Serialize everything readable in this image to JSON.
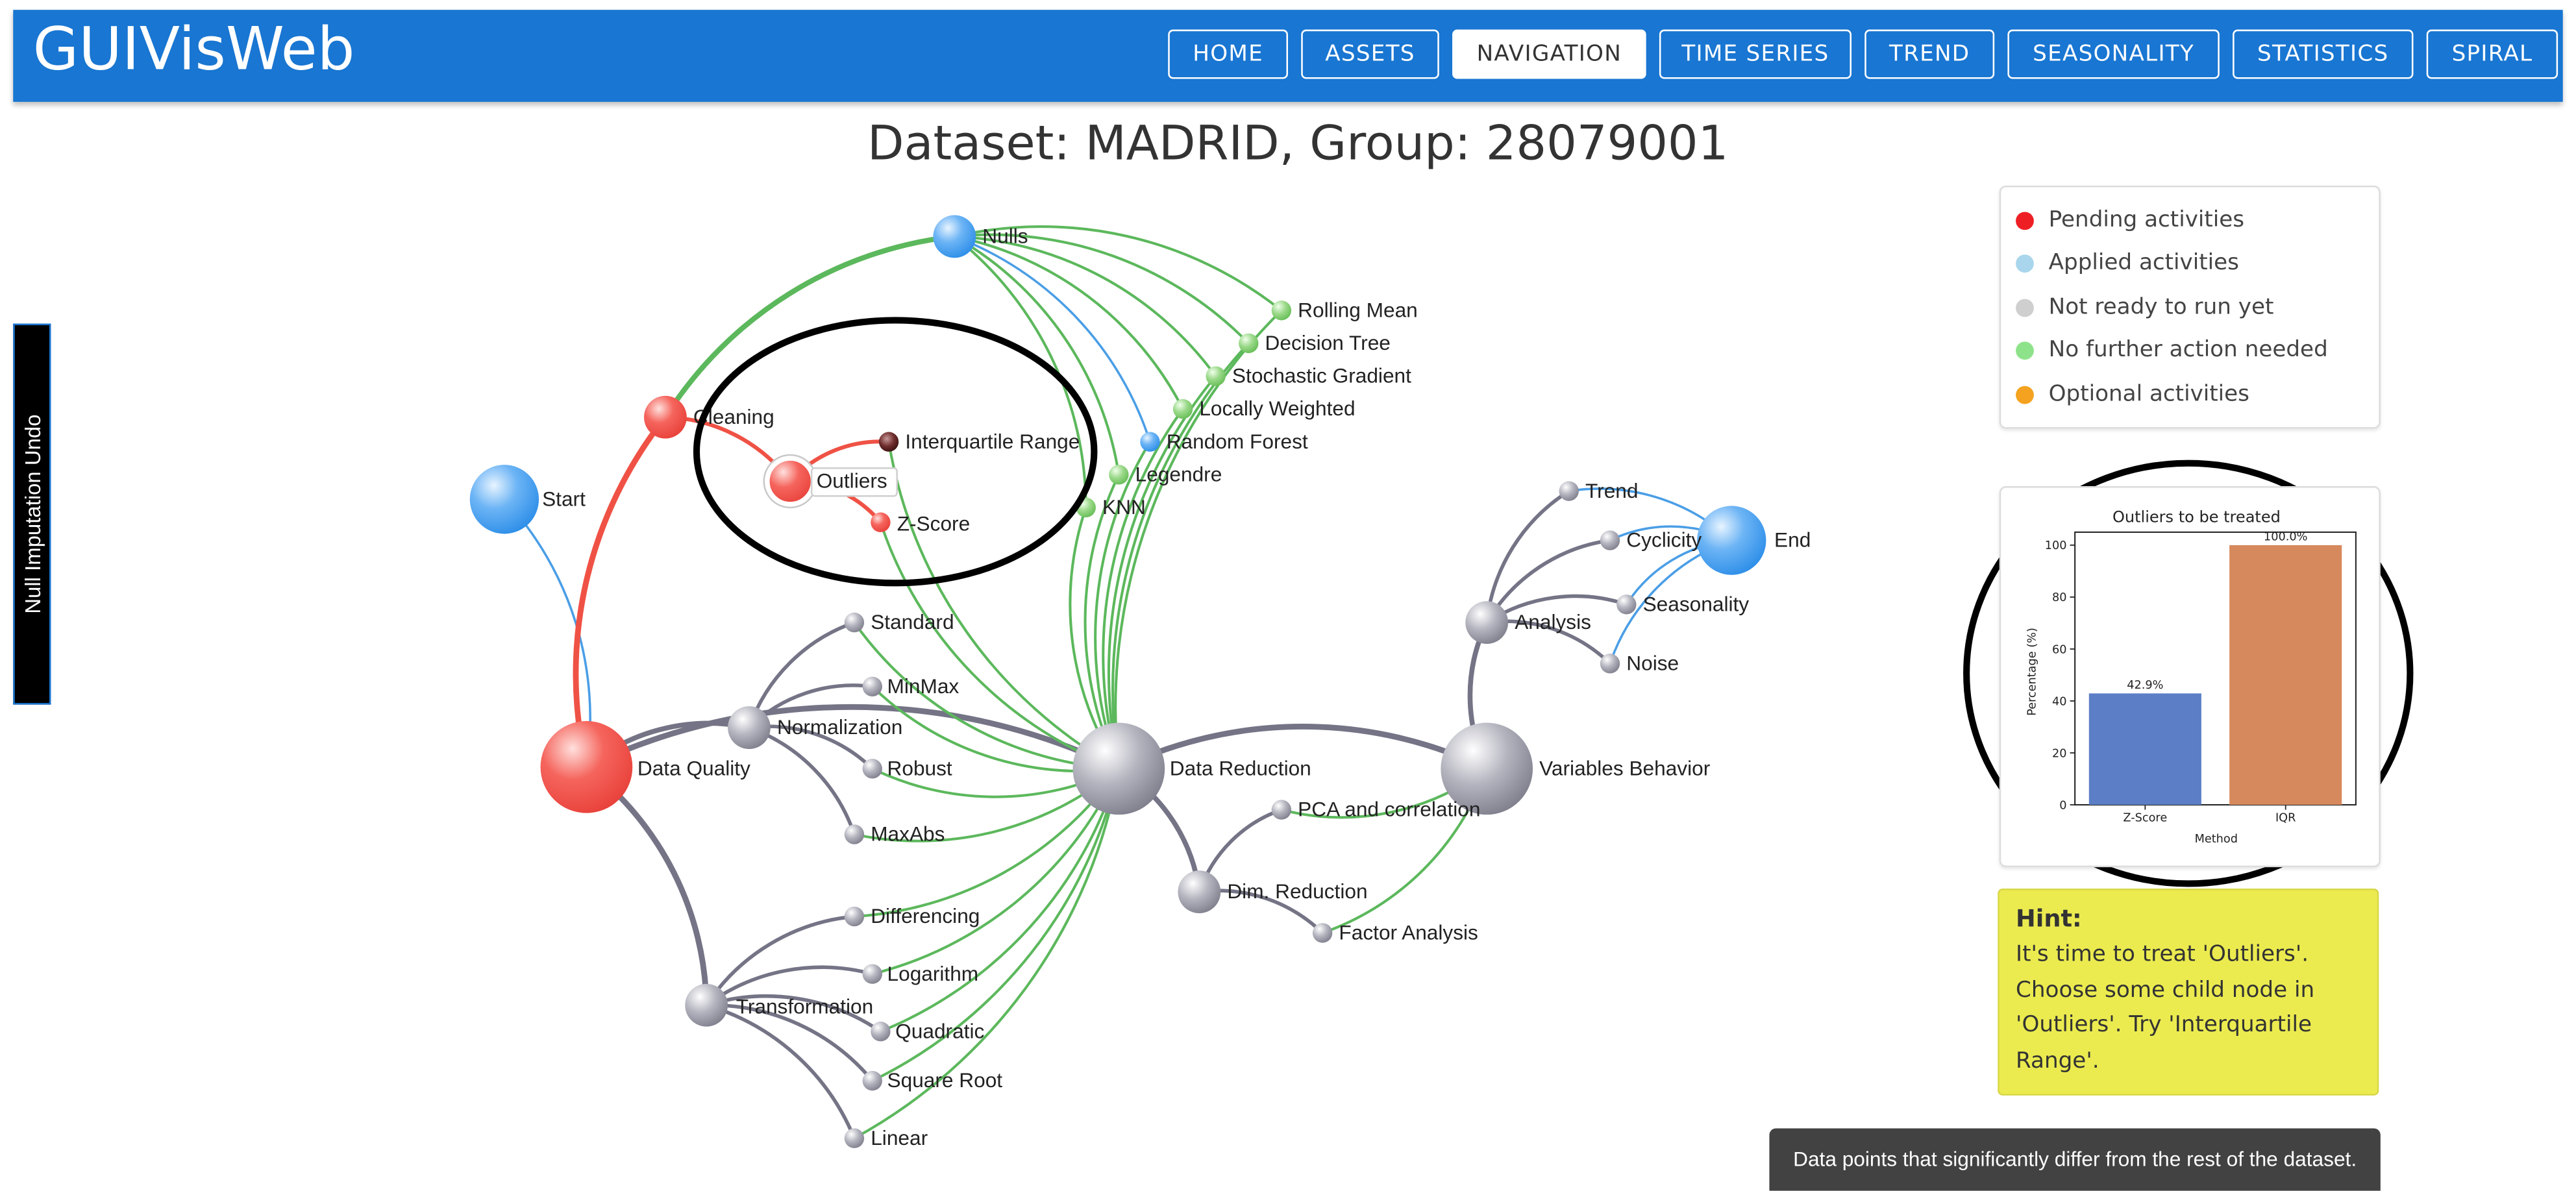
{
  "app": {
    "title": "GUIVisWeb"
  },
  "nav": [
    {
      "label": "HOME",
      "active": false
    },
    {
      "label": "ASSETS",
      "active": false
    },
    {
      "label": "NAVIGATION",
      "active": true
    },
    {
      "label": "TIME SERIES",
      "active": false
    },
    {
      "label": "TREND",
      "active": false
    },
    {
      "label": "SEASONALITY",
      "active": false
    },
    {
      "label": "STATISTICS",
      "active": false
    },
    {
      "label": "SPIRAL",
      "active": false
    }
  ],
  "side_tab": {
    "label": "Null Imputation Undo"
  },
  "page_title": "Dataset: MADRID, Group: 28079001",
  "colors": {
    "header": "#1976d2",
    "pending": "#f2544d",
    "applied": "#5aaaf0",
    "not_ready": "#9c9ca8",
    "no_further": "#8fd47f",
    "optional": "#f4a21f",
    "link_green": "#5cb85c",
    "link_grey": "#747486",
    "link_red": "#ef5245",
    "link_blue": "#4a9ee6"
  },
  "graph": {
    "nodes": [
      {
        "id": "start",
        "label": "Start",
        "status": "applied"
      },
      {
        "id": "dq",
        "label": "Data Quality",
        "status": "pending"
      },
      {
        "id": "cleaning",
        "label": "Cleaning",
        "status": "pending"
      },
      {
        "id": "nulls",
        "label": "Nulls",
        "status": "applied"
      },
      {
        "id": "outliers",
        "label": "Outliers",
        "status": "pending",
        "selected": true
      },
      {
        "id": "iqr",
        "label": "Interquartile Range",
        "status": "not_ready",
        "highlight": true
      },
      {
        "id": "zscore",
        "label": "Z-Score",
        "status": "pending"
      },
      {
        "id": "rolling",
        "label": "Rolling Mean",
        "status": "no_further"
      },
      {
        "id": "dtree",
        "label": "Decision Tree",
        "status": "no_further"
      },
      {
        "id": "sgd",
        "label": "Stochastic Gradient",
        "status": "no_further"
      },
      {
        "id": "lw",
        "label": "Locally Weighted",
        "status": "no_further"
      },
      {
        "id": "rf",
        "label": "Random Forest",
        "status": "applied"
      },
      {
        "id": "legendre",
        "label": "Legendre",
        "status": "no_further"
      },
      {
        "id": "knn",
        "label": "KNN",
        "status": "no_further"
      },
      {
        "id": "norm",
        "label": "Normalization",
        "status": "not_ready"
      },
      {
        "id": "standard",
        "label": "Standard",
        "status": "not_ready"
      },
      {
        "id": "minmax",
        "label": "MinMax",
        "status": "not_ready"
      },
      {
        "id": "robust",
        "label": "Robust",
        "status": "not_ready"
      },
      {
        "id": "maxabs",
        "label": "MaxAbs",
        "status": "not_ready"
      },
      {
        "id": "transf",
        "label": "Transformation",
        "status": "not_ready"
      },
      {
        "id": "diff",
        "label": "Differencing",
        "status": "not_ready"
      },
      {
        "id": "log",
        "label": "Logarithm",
        "status": "not_ready"
      },
      {
        "id": "quad",
        "label": "Quadratic",
        "status": "not_ready"
      },
      {
        "id": "sqrt",
        "label": "Square Root",
        "status": "not_ready"
      },
      {
        "id": "linear",
        "label": "Linear",
        "status": "not_ready"
      },
      {
        "id": "dr",
        "label": "Data Reduction",
        "status": "not_ready"
      },
      {
        "id": "dimred",
        "label": "Dim. Reduction",
        "status": "not_ready"
      },
      {
        "id": "pca",
        "label": "PCA and correlation",
        "status": "not_ready"
      },
      {
        "id": "fa",
        "label": "Factor Analysis",
        "status": "not_ready"
      },
      {
        "id": "vb",
        "label": "Variables Behavior",
        "status": "not_ready"
      },
      {
        "id": "analysis",
        "label": "Analysis",
        "status": "not_ready"
      },
      {
        "id": "trend",
        "label": "Trend",
        "status": "not_ready"
      },
      {
        "id": "cyclicity",
        "label": "Cyclicity",
        "status": "not_ready"
      },
      {
        "id": "seasonality",
        "label": "Seasonality",
        "status": "not_ready"
      },
      {
        "id": "noise",
        "label": "Noise",
        "status": "not_ready"
      },
      {
        "id": "end",
        "label": "End",
        "status": "applied"
      }
    ],
    "links": [
      {
        "source": "start",
        "target": "dq",
        "kind": "blue"
      },
      {
        "source": "dq",
        "target": "cleaning",
        "kind": "red"
      },
      {
        "source": "cleaning",
        "target": "nulls",
        "kind": "green"
      },
      {
        "source": "cleaning",
        "target": "outliers",
        "kind": "red"
      },
      {
        "source": "outliers",
        "target": "iqr",
        "kind": "red"
      },
      {
        "source": "outliers",
        "target": "zscore",
        "kind": "red"
      },
      {
        "source": "nulls",
        "target": "rolling",
        "kind": "green"
      },
      {
        "source": "nulls",
        "target": "dtree",
        "kind": "green"
      },
      {
        "source": "nulls",
        "target": "sgd",
        "kind": "green"
      },
      {
        "source": "nulls",
        "target": "lw",
        "kind": "green"
      },
      {
        "source": "nulls",
        "target": "rf",
        "kind": "blue"
      },
      {
        "source": "nulls",
        "target": "legendre",
        "kind": "green"
      },
      {
        "source": "nulls",
        "target": "knn",
        "kind": "green"
      },
      {
        "source": "dq",
        "target": "norm",
        "kind": "grey"
      },
      {
        "source": "norm",
        "target": "standard",
        "kind": "grey"
      },
      {
        "source": "norm",
        "target": "minmax",
        "kind": "grey"
      },
      {
        "source": "norm",
        "target": "robust",
        "kind": "grey"
      },
      {
        "source": "norm",
        "target": "maxabs",
        "kind": "grey"
      },
      {
        "source": "dq",
        "target": "transf",
        "kind": "grey"
      },
      {
        "source": "transf",
        "target": "diff",
        "kind": "grey"
      },
      {
        "source": "transf",
        "target": "log",
        "kind": "grey"
      },
      {
        "source": "transf",
        "target": "quad",
        "kind": "grey"
      },
      {
        "source": "transf",
        "target": "sqrt",
        "kind": "grey"
      },
      {
        "source": "transf",
        "target": "linear",
        "kind": "grey"
      },
      {
        "source": "dq",
        "target": "dr",
        "kind": "grey"
      },
      {
        "source": "dr",
        "target": "dimred",
        "kind": "grey"
      },
      {
        "source": "dimred",
        "target": "pca",
        "kind": "grey"
      },
      {
        "source": "dimred",
        "target": "fa",
        "kind": "grey"
      },
      {
        "source": "dr",
        "target": "vb",
        "kind": "grey"
      },
      {
        "source": "vb",
        "target": "analysis",
        "kind": "grey"
      },
      {
        "source": "analysis",
        "target": "trend",
        "kind": "grey"
      },
      {
        "source": "analysis",
        "target": "cyclicity",
        "kind": "grey"
      },
      {
        "source": "analysis",
        "target": "seasonality",
        "kind": "grey"
      },
      {
        "source": "analysis",
        "target": "noise",
        "kind": "grey"
      },
      {
        "source": "trend",
        "target": "end",
        "kind": "blue"
      },
      {
        "source": "cyclicity",
        "target": "end",
        "kind": "blue"
      },
      {
        "source": "seasonality",
        "target": "end",
        "kind": "blue"
      },
      {
        "source": "noise",
        "target": "end",
        "kind": "blue"
      },
      {
        "source": "pca",
        "target": "vb",
        "kind": "green"
      },
      {
        "source": "fa",
        "target": "vb",
        "kind": "green"
      },
      {
        "source": "iqr",
        "target": "dr",
        "kind": "green"
      },
      {
        "source": "zscore",
        "target": "dr",
        "kind": "green"
      },
      {
        "source": "rolling",
        "target": "dr",
        "kind": "green"
      },
      {
        "source": "dtree",
        "target": "dr",
        "kind": "green"
      },
      {
        "source": "sgd",
        "target": "dr",
        "kind": "green"
      },
      {
        "source": "lw",
        "target": "dr",
        "kind": "green"
      },
      {
        "source": "rf",
        "target": "dr",
        "kind": "green"
      },
      {
        "source": "legendre",
        "target": "dr",
        "kind": "green"
      },
      {
        "source": "knn",
        "target": "dr",
        "kind": "green"
      },
      {
        "source": "standard",
        "target": "dr",
        "kind": "green"
      },
      {
        "source": "minmax",
        "target": "dr",
        "kind": "green"
      },
      {
        "source": "robust",
        "target": "dr",
        "kind": "green"
      },
      {
        "source": "maxabs",
        "target": "dr",
        "kind": "green"
      },
      {
        "source": "diff",
        "target": "dr",
        "kind": "green"
      },
      {
        "source": "log",
        "target": "dr",
        "kind": "green"
      },
      {
        "source": "quad",
        "target": "dr",
        "kind": "green"
      },
      {
        "source": "sqrt",
        "target": "dr",
        "kind": "green"
      },
      {
        "source": "linear",
        "target": "dr",
        "kind": "green"
      }
    ]
  },
  "legend": [
    {
      "label": "Pending activities",
      "color": "#ee1f24"
    },
    {
      "label": "Applied activities",
      "color": "#a9d6ec"
    },
    {
      "label": "Not ready to run yet",
      "color": "#cfcfcf"
    },
    {
      "label": "No further action needed",
      "color": "#8ee38a"
    },
    {
      "label": "Optional activities",
      "color": "#f4a21f"
    }
  ],
  "chart_data": {
    "type": "bar",
    "title": "Outliers to be treated",
    "categories": [
      "Z-Score",
      "IQR"
    ],
    "values": [
      42.9,
      100.0
    ],
    "value_labels": [
      "42.9%",
      "100.0%"
    ],
    "colors": [
      "#5b7ec6",
      "#d6895d"
    ],
    "xlabel": "Method",
    "ylabel": "Percentage (%)",
    "ylim": [
      0,
      105
    ],
    "yticks": [
      0,
      20,
      40,
      60,
      80,
      100
    ],
    "grid": false
  },
  "hint": {
    "title": "Hint:",
    "lines": [
      "It's time to treat 'Outliers'.",
      "Choose some child node in",
      "'Outliers'. Try 'Interquartile",
      "Range'."
    ]
  },
  "tooltip": "Data points that significantly differ from the rest of the dataset."
}
